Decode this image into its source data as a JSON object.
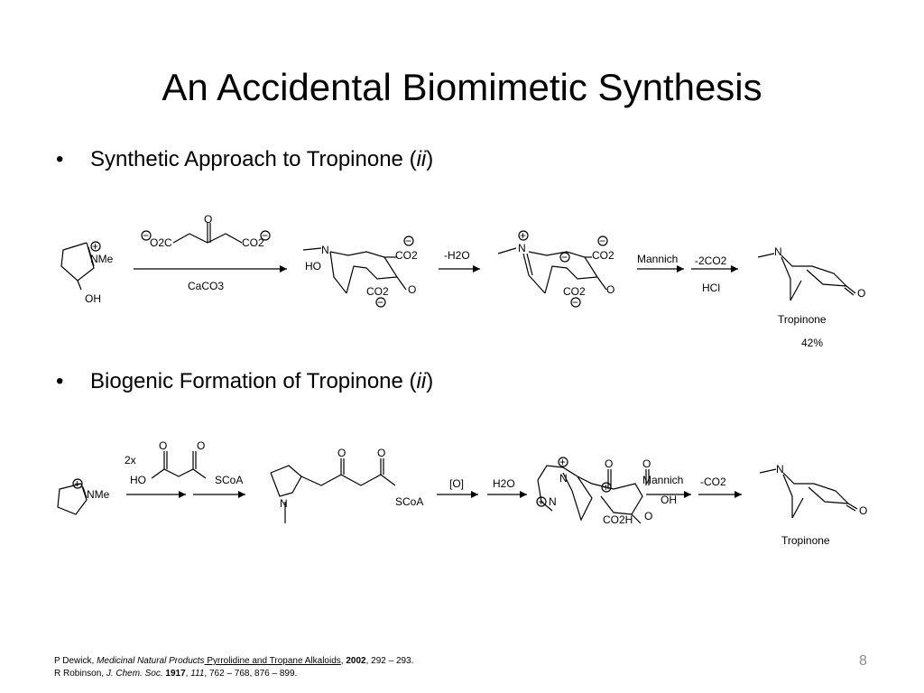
{
  "slide": {
    "title": "An Accidental Biomimetic Synthesis",
    "page_number": "8"
  },
  "bullets": [
    {
      "marker": "•",
      "text": "Synthetic Approach to Tropinone (",
      "italic": "ii",
      "close": ")"
    },
    {
      "marker": "•",
      "text": "Biogenic Formation of Tropinone (",
      "italic": "ii",
      "close": ")"
    }
  ],
  "scheme1": {
    "labels": {
      "plus": "+",
      "minus": "−",
      "nme": "NMe",
      "oh": "OH",
      "ho": "HO",
      "n": "N",
      "o": "O",
      "o2c": "O2C",
      "co2": "CO2",
      "caco3": "CaCO3",
      "minus_h2o": "-H2O",
      "mannich": "Mannich",
      "minus_2co2": "-2CO2",
      "hcl": "HCl",
      "product": "Tropinone",
      "yield": "42%"
    }
  },
  "scheme2": {
    "labels": {
      "plus": "+",
      "nme": "NMe",
      "two_x": "2x",
      "ho": "HO",
      "o": "O",
      "scoa": "SCoA",
      "n": "N",
      "oxidation": "[O]",
      "h2o": "H2O",
      "mannich": "Mannich",
      "minus_co2": "-CO2",
      "oh": "OH",
      "co2h": "CO2H",
      "product": "Tropinone"
    }
  },
  "references": [
    {
      "author": "P Dewick, ",
      "book": "Medicinal Natural Products",
      "chapter": " Pyrrolidine and Tropane Alkaloids",
      "sep": ", ",
      "year": "2002",
      "pages": ", 292 – 293."
    },
    {
      "author": "R Robinson,  ",
      "journal": "J. Chem. Soc.",
      "sp": " ",
      "year": "1917",
      "sep": ", ",
      "volume": "111",
      "pages": ", 762 – 768, 876 – 899."
    }
  ]
}
